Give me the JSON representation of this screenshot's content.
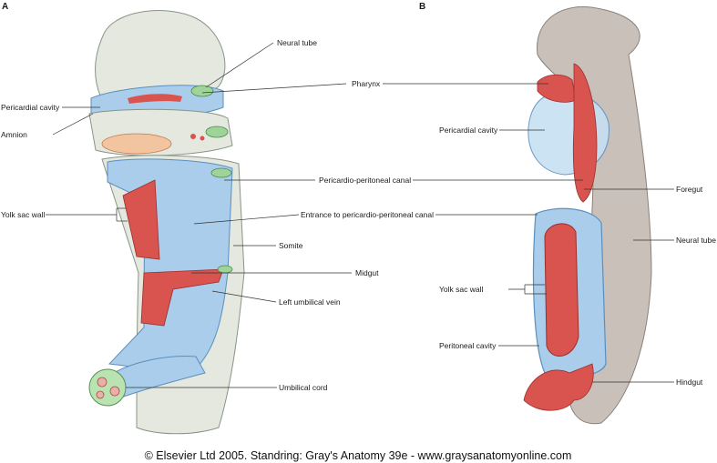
{
  "panels": {
    "a": "A",
    "b": "B"
  },
  "labels_a": {
    "neural_tube": "Neural tube",
    "pharynx": "Pharynx",
    "pericardial_cavity": "Pericardial cavity",
    "amnion": "Amnion",
    "pericardio_peritoneal_canal": "Pericardio-peritoneal canal",
    "yolk_sac_wall": "Yolk sac wall",
    "entrance": "Entrance to pericardio-peritoneal canal",
    "somite": "Somite",
    "midgut": "Midgut",
    "left_umbilical_vein": "Left umbilical vein",
    "umbilical_cord": "Umbilical cord"
  },
  "labels_b": {
    "pericardial_cavity": "Pericardial cavity",
    "foregut": "Foregut",
    "neural_tube": "Neural tube",
    "yolk_sac_wall": "Yolk sac wall",
    "peritoneal_cavity": "Peritoneal cavity",
    "hindgut": "Hindgut"
  },
  "credit": "© Elsevier Ltd 2005. Standring: Gray's Anatomy 39e - www.graysanatomyonline.com",
  "colors": {
    "ectoderm": "#e4e8df",
    "ectoderm_edge": "#8a9488",
    "cavity_blue": "#a9cdea",
    "cavity_edge": "#5b8fbf",
    "gut_red": "#d9534f",
    "neural_green": "#9fd39a",
    "neural_grey": "#c9c0ba"
  }
}
